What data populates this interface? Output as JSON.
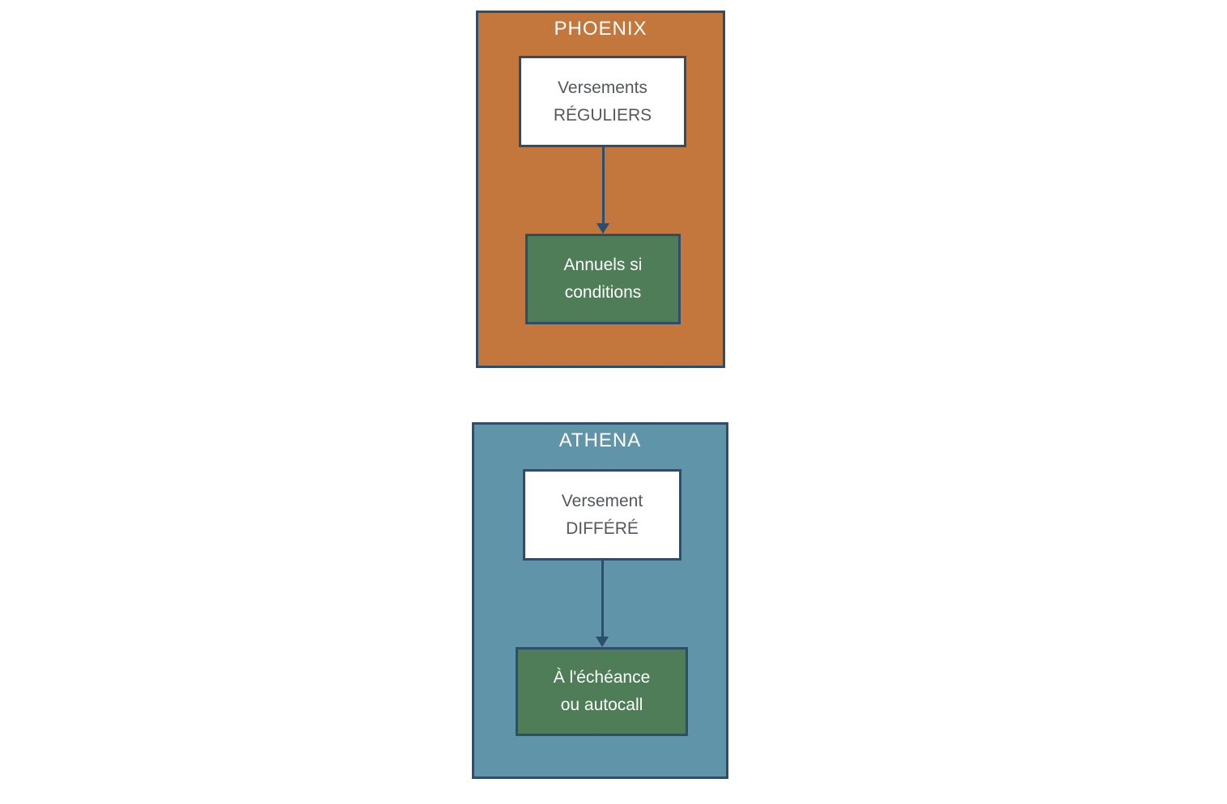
{
  "diagram": {
    "colors": {
      "phoenix_background": "#c3773c",
      "athena_background": "#6094a9",
      "result_box_background": "#4e7d58",
      "border_and_arrow": "#2e4d6b",
      "title_text": "#ffffff",
      "body_text": "#54575d"
    },
    "phoenix": {
      "title": "PHOENIX",
      "top_box": {
        "line1": "Versements",
        "line2": "RÉGULIERS"
      },
      "bottom_box": {
        "line1": "Annuels si",
        "line2": "conditions"
      }
    },
    "athena": {
      "title": "ATHENA",
      "top_box": {
        "line1": "Versement",
        "line2": "DIFFÉRÉ"
      },
      "bottom_box": {
        "line1": "À l'échéance",
        "line2": "ou autocall"
      }
    }
  }
}
